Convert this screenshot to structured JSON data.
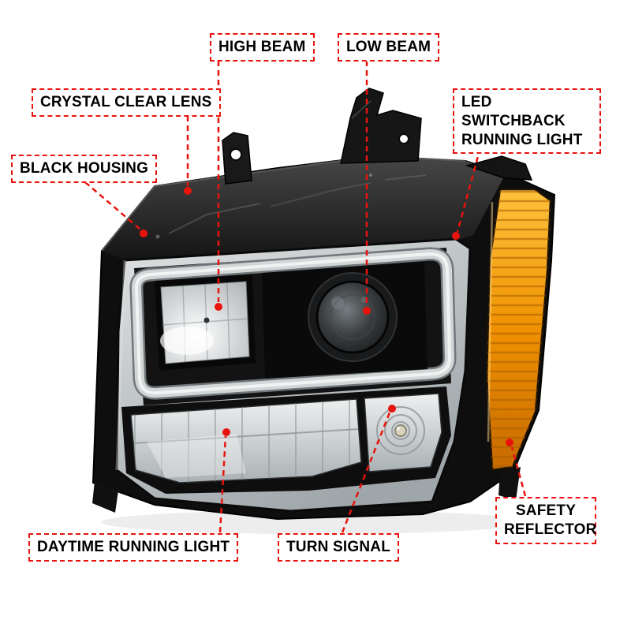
{
  "colors": {
    "callout-red": "#e8130c",
    "background": "#ffffff",
    "housing-black": "#0e0e0e",
    "amber": "#f09b00",
    "lens-smoke": "#c0c5c7"
  },
  "diagram": {
    "subject": "headlight-assembly",
    "callouts": [
      {
        "id": "high-beam",
        "label": "HIGH BEAM",
        "target": "high-beam-reflector"
      },
      {
        "id": "low-beam",
        "label": "LOW BEAM",
        "target": "low-beam-projector"
      },
      {
        "id": "crystal-clear-lens",
        "label": "CRYSTAL CLEAR LENS",
        "target": "lens"
      },
      {
        "id": "led-switchback-running-light",
        "label": "LED SWITCHBACK RUNNING LIGHT",
        "target": "led-light-bar"
      },
      {
        "id": "black-housing",
        "label": "BLACK HOUSING",
        "target": "housing"
      },
      {
        "id": "daytime-running-light",
        "label": "DAYTIME RUNNING LIGHT",
        "target": "drl-strip"
      },
      {
        "id": "turn-signal",
        "label": "TURN SIGNAL",
        "target": "turn-signal-bulb"
      },
      {
        "id": "safety-reflector",
        "label": "SAFETY REFLECTOR",
        "target": "amber-side-reflector"
      }
    ]
  }
}
